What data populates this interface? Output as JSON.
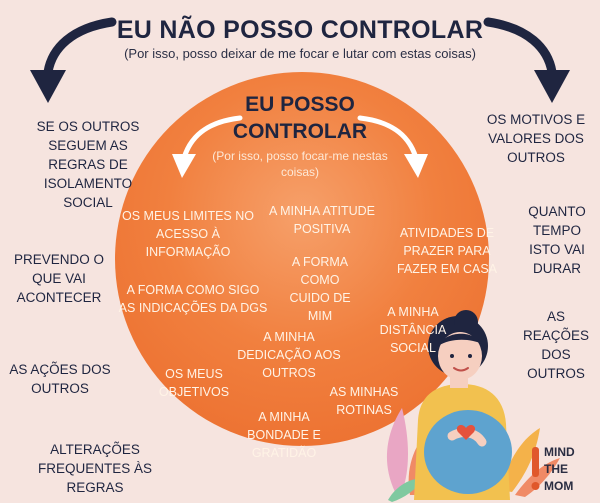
{
  "header": {
    "title": "EU NÃO POSSO CONTROLAR",
    "subtitle": "(Por isso, posso deixar de me focar e lutar com estas coisas)"
  },
  "inner": {
    "title": "EU POSSO CONTROLAR",
    "subtitle": "(Por isso, posso focar-me nestas coisas)",
    "items": [
      "OS MEUS LIMITES NO ACESSO À INFORMAÇÃO",
      "A MINHA ATITUDE POSITIVA",
      "ATIVIDADES DE PRAZER PARA FAZER EM CASA",
      "A FORMA COMO CUIDO DE MIM",
      "A FORMA COMO SIGO AS INDICAÇÕES DA DGS",
      "A MINHA DISTÂNCIA SOCIAL",
      "A MINHA DEDICAÇÃO AOS OUTROS",
      "OS MEUS OBJETIVOS",
      "AS MINHAS ROTINAS",
      "A MINHA BONDADE E GRATIDÃO"
    ]
  },
  "outer_left": [
    "SE OS OUTROS SEGUEM AS REGRAS DE ISOLAMENTO SOCIAL",
    "PREVENDO O QUE VAI ACONTECER",
    "AS AÇÕES DOS OUTROS",
    "ALTERAÇÕES FREQUENTES ÀS REGRAS"
  ],
  "outer_right": [
    "OS MOTIVOS E VALORES DOS OUTROS",
    "QUANTO TEMPO ISTO VAI DURAR",
    "AS REAÇÕES DOS OUTROS"
  ],
  "brand": {
    "line1": "MIND",
    "line2": "THE",
    "line3": "MOM"
  },
  "colors": {
    "navy": "#1f2540",
    "orange": "#f1803f",
    "background": "#f6e4df",
    "brand_accent": "#e0582b"
  }
}
